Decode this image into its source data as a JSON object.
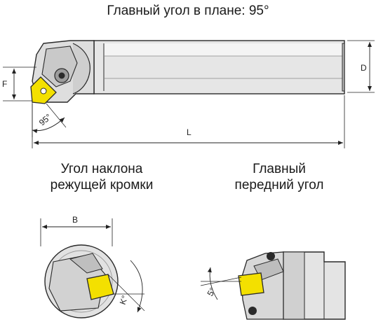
{
  "title": "Главный угол в плане: 95°",
  "top_view": {
    "dim_f": "F",
    "dim_d": "D",
    "dim_l": "L",
    "angle": "95°"
  },
  "caption_left": {
    "line1": "Угол наклона",
    "line2": "режущей кромки"
  },
  "caption_right": {
    "line1": "Главный",
    "line2": "передний угол"
  },
  "bottom_left": {
    "dim_b": "B",
    "angle": "K°"
  },
  "bottom_right": {
    "angle": "5°"
  },
  "colors": {
    "insert": "#f3e000",
    "body_fill": "#ececec",
    "body_shade": "#d4d4d4",
    "outline": "#2a2a2a"
  }
}
